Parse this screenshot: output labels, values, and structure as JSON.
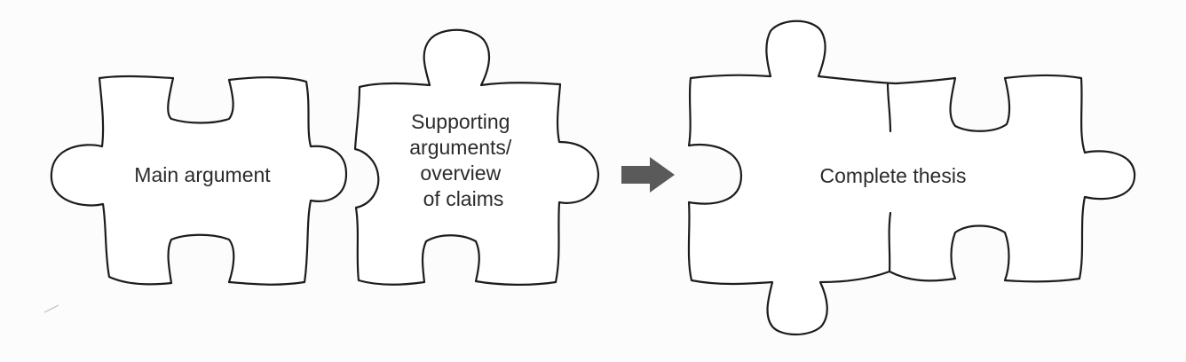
{
  "pieces": {
    "main": {
      "label": "Main argument"
    },
    "supporting": {
      "lines": [
        "Supporting",
        "arguments/",
        "overview",
        "of claims"
      ]
    },
    "complete": {
      "label": "Complete thesis"
    }
  },
  "arrow": {
    "icon": "right-arrow-icon",
    "color": "#5a5a5a"
  },
  "colors": {
    "outline": "#1c1c1c",
    "text": "#2b2b2b",
    "fill": "#ffffff"
  }
}
